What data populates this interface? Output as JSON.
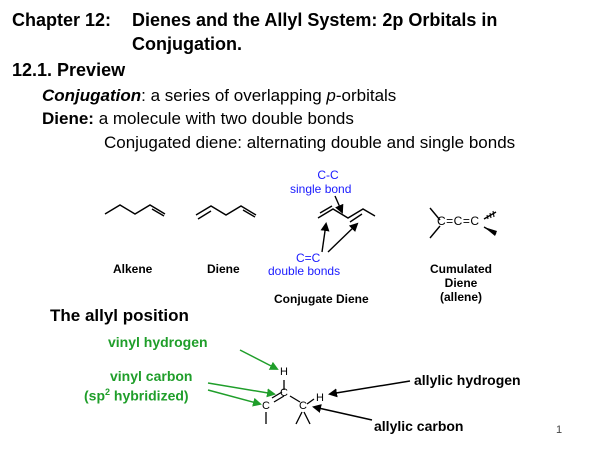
{
  "slide": {
    "chapter_prefix": "Chapter 12:",
    "chapter_title_line1": "Dienes and the Allyl System: 2p Orbitals in",
    "chapter_title_line2": "Conjugation.",
    "section": "12.1. Preview",
    "conjugation_term": "Conjugation",
    "conjugation_def_a": ": a series of overlapping ",
    "conjugation_def_p": "p",
    "conjugation_def_b": "-orbitals",
    "diene_term": "Diene:",
    "diene_def": "a  molecule with two double bonds",
    "conjugated_diene_def": "Conjugated diene: alternating double and single bonds",
    "page_number": "1"
  },
  "structures": {
    "alkene_label": "Alkene",
    "diene_label": "Diene",
    "conjugate_diene_label": "Conjugate Diene",
    "cumulated_label_1": "Cumulated",
    "cumulated_label_2": "Diene",
    "cumulated_label_3": "(allene)",
    "cumulated_formula": "C=C=C",
    "cc_single_label_1": "C-C",
    "cc_single_label_2": "single bond",
    "cc_double_label_1": "C=C",
    "cc_double_label_2": "double bonds"
  },
  "allyl": {
    "title": "The allyl position",
    "vinyl_hydrogen": "vinyl hydrogen",
    "vinyl_carbon": "vinyl carbon",
    "sp2_a": "(sp",
    "sp2_sup": "2",
    "sp2_b": " hybridized)",
    "allylic_hydrogen": "allylic hydrogen",
    "allylic_carbon": "allylic carbon",
    "atom_h_top": "H",
    "atom_c1": "C",
    "atom_c2": "C",
    "atom_c3": "C",
    "atom_h_right": "H"
  },
  "colors": {
    "blue_label": "#1a1aff",
    "green_label": "#1f9e2a",
    "text": "#000000"
  }
}
